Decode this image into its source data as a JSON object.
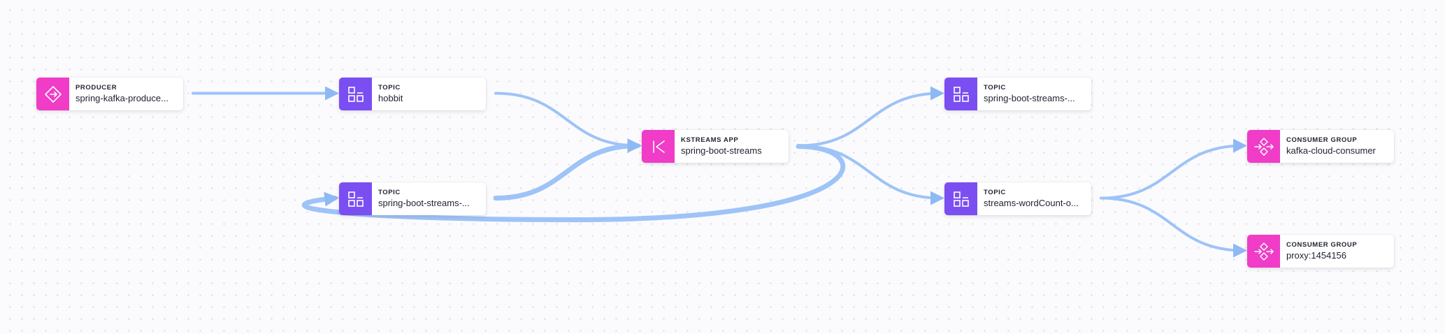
{
  "colors": {
    "producer": "#f03cc7",
    "topic": "#7b4ef2",
    "kstreams": "#f03cc7",
    "consumer_group": "#f03cc7",
    "edge": "#9ec3f7"
  },
  "nodes": [
    {
      "id": "producer",
      "type_label": "PRODUCER",
      "name": "spring-kafka-produce...",
      "icon": "producer-icon",
      "color_key": "producer"
    },
    {
      "id": "topic-hobbit",
      "type_label": "TOPIC",
      "name": "hobbit",
      "icon": "topic-icon",
      "color_key": "topic"
    },
    {
      "id": "topic-streams-in",
      "type_label": "TOPIC",
      "name": "spring-boot-streams-...",
      "icon": "topic-icon",
      "color_key": "topic"
    },
    {
      "id": "kstreams",
      "type_label": "KSTREAMS APP",
      "name": "spring-boot-streams",
      "icon": "kstreams-icon",
      "color_key": "kstreams"
    },
    {
      "id": "topic-streams-out",
      "type_label": "TOPIC",
      "name": "spring-boot-streams-...",
      "icon": "topic-icon",
      "color_key": "topic"
    },
    {
      "id": "topic-wordcount",
      "type_label": "TOPIC",
      "name": "streams-wordCount-o...",
      "icon": "topic-icon",
      "color_key": "topic"
    },
    {
      "id": "cg-kafka-cloud",
      "type_label": "CONSUMER GROUP",
      "name": "kafka-cloud-consumer",
      "icon": "consumer-group-icon",
      "color_key": "consumer_group"
    },
    {
      "id": "cg-proxy",
      "type_label": "CONSUMER GROUP",
      "name": "proxy:1454156",
      "icon": "consumer-group-icon",
      "color_key": "consumer_group"
    }
  ],
  "edges": [
    {
      "from": "producer",
      "to": "topic-hobbit"
    },
    {
      "from": "topic-hobbit",
      "to": "kstreams"
    },
    {
      "from": "topic-streams-in",
      "to": "kstreams"
    },
    {
      "from": "kstreams",
      "to": "topic-streams-out"
    },
    {
      "from": "kstreams",
      "to": "topic-wordcount"
    },
    {
      "from": "kstreams",
      "to": "topic-streams-in"
    },
    {
      "from": "topic-wordcount",
      "to": "cg-kafka-cloud"
    },
    {
      "from": "topic-wordcount",
      "to": "cg-proxy"
    }
  ]
}
